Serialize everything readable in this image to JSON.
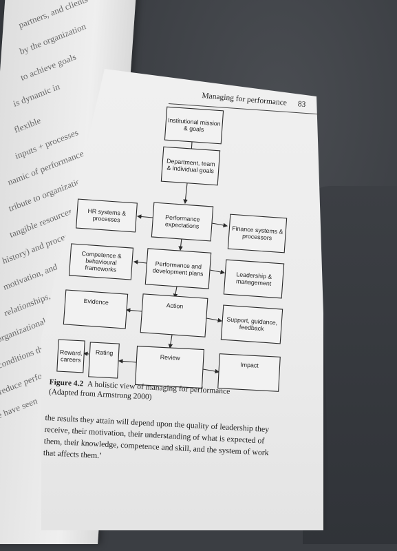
{
  "header": {
    "running_title": "Managing for performance",
    "page_number": "83"
  },
  "diagram": {
    "boxes": {
      "mission": [
        "Institutional mission",
        "& goals"
      ],
      "department": [
        "Department, team",
        "& individual goals"
      ],
      "hr": [
        "HR systems &",
        "processes"
      ],
      "perf_exp": [
        "Performance",
        "expectations"
      ],
      "finance": [
        "Finance systems &",
        "processors"
      ],
      "competence": [
        "Competence &",
        "behavioural",
        "frameworks"
      ],
      "perf_dev": [
        "Performance and",
        "development plans"
      ],
      "leadership": [
        "Leadership &",
        "management"
      ],
      "evidence": [
        "Evidence"
      ],
      "action": [
        "Action"
      ],
      "support": [
        "Support, guidance,",
        "feedback"
      ],
      "reward": [
        "Reward,",
        "careers"
      ],
      "rating": [
        "Rating"
      ],
      "review": [
        "Review"
      ],
      "impact": [
        "Impact"
      ]
    }
  },
  "caption": {
    "label": "Figure 4.2",
    "text": "A holistic view of managing for performance",
    "source": "(Adapted from Armstrong 2000)"
  },
  "body": {
    "lines": [
      "the results they attain will depend upon the quality of leadership they",
      "receive, their motivation, their understanding of what is expected of",
      "them, their knowledge, competence and skill, and the system of work",
      "that affects them.’"
    ]
  },
  "left_page": {
    "lines": [
      "partners, and clients",
      "by the organization",
      "to achieve goals",
      "is dynamic in",
      "flexible",
      "inputs + processes",
      "namic of performance",
      "tribute to organizational",
      "tangible resources such as",
      "history) and processes",
      "motivation, and process",
      "relationships, and work",
      "organizational and",
      "conditions that support",
      "reduce performance",
      "we have seen"
    ]
  }
}
